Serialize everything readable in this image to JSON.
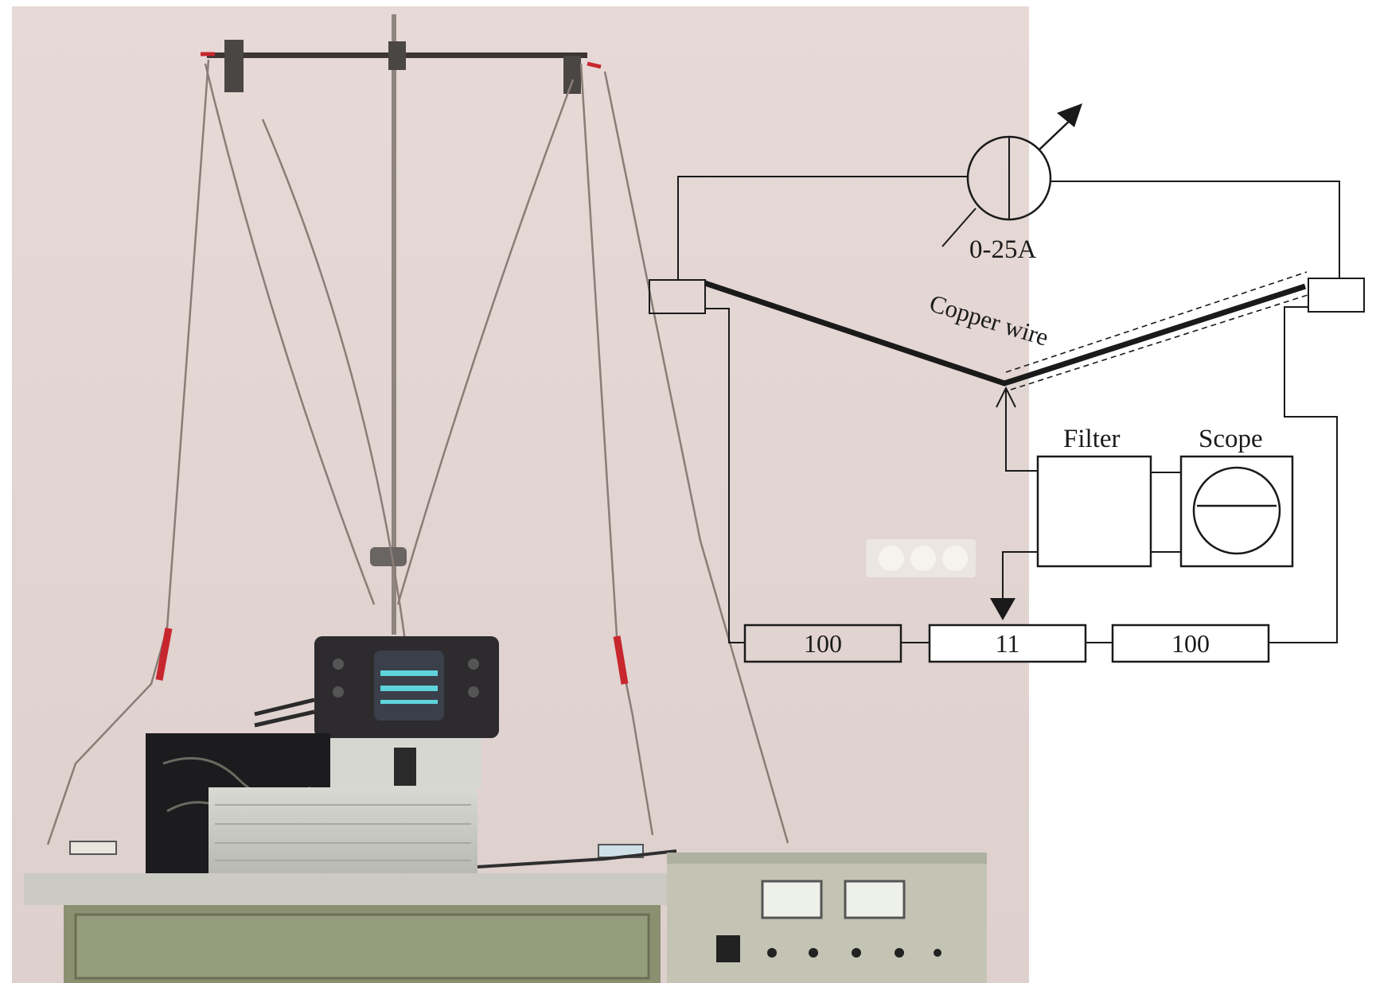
{
  "ammeter": {
    "range_label": "0-25A"
  },
  "wire": {
    "label": "Copper wire"
  },
  "filter": {
    "label": "Filter"
  },
  "scope": {
    "label": "Scope"
  },
  "resistors": [
    {
      "value": "100"
    },
    {
      "value": "11"
    },
    {
      "value": "100"
    }
  ],
  "colors": {
    "photo_wall": "#e3d6d3",
    "schematic_line": "#1a1a1a",
    "paper": "#ffffff"
  }
}
